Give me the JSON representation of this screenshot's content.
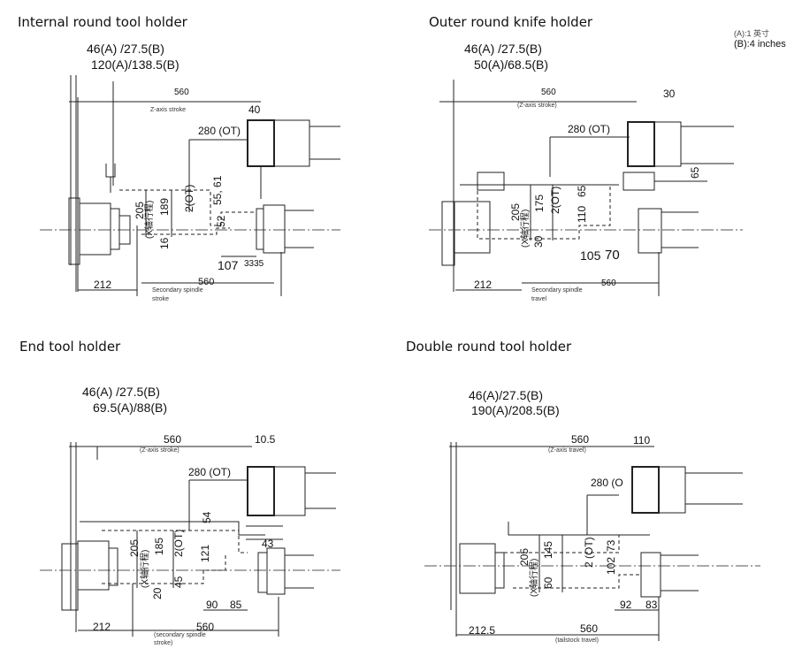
{
  "legend": {
    "line_a": "(A):1 英寸",
    "line_b": "(B):4 inches"
  },
  "panels": [
    {
      "title": "Internal round tool holder",
      "dims": {
        "top1": "46(A) /27.5(B)",
        "top2": "120(A)/138.5(B)",
        "z": "560",
        "z_note": "Z-axis stroke",
        "w": "40",
        "ot": "280 (OT)",
        "v205": "205",
        "vstroke": "(X轴行程)",
        "v189": "189",
        "v16": "16",
        "v2ot": "2(OT)",
        "v5561": "55, 61",
        "v52": "52",
        "h107": "107",
        "h3335": "3335",
        "h560b": "560",
        "b212": "212",
        "sec": "Secondary spindle",
        "sec2": "stroke"
      }
    },
    {
      "title": "Outer round knife holder",
      "dims": {
        "top1": "46(A) /27.5(B)",
        "top2": "50(A)/68.5(B)",
        "z": "560",
        "z_note": "(Z-axis stroke)",
        "w": "30",
        "ot": "280 (OT)",
        "v65r": "65",
        "v205": "205",
        "vstroke": "(X轴行程)",
        "v175": "175",
        "v2ot": "2(OT)",
        "v65": "65",
        "v110": "110",
        "v30": "30",
        "h105": "105",
        "h70": "70",
        "b212": "212",
        "sec": "Secondary spindle",
        "sec2": "travel",
        "b560": "560"
      }
    },
    {
      "title": "End tool holder",
      "dims": {
        "top1": "46(A) /27.5(B)",
        "top2": "69.5(A)/88(B)",
        "z": "560",
        "z_note": "(Z-axis stroke)",
        "w": "10.5",
        "ot": "280 (OT)",
        "v54": "54",
        "v205": "205",
        "vstroke": "(X轴行程)",
        "v185": "185",
        "v2ot": "2(OT)",
        "v121": "121",
        "v20": "20",
        "v45": "45",
        "v43": "43",
        "h90": "90",
        "h85": "85",
        "b212": "212",
        "sec": "(secondary spindle",
        "sec2": "stroke)",
        "b560": "560"
      }
    },
    {
      "title": "Double round tool holder",
      "dims": {
        "top1": "46(A)/27.5(B)",
        "top2": "190(A)/208.5(B)",
        "z": "560",
        "z_note": "(Z-axis travel)",
        "w": "110",
        "ot": "280 (O",
        "v205": "205",
        "vstroke": "(X轴行程)",
        "v145": "145",
        "v60": "60",
        "v2ot": "2 (OT)",
        "v73": "73",
        "v102": "102",
        "h92": "92",
        "h83": "83",
        "b212": "212.5",
        "sec": "(tailstock travel)",
        "b560": "560"
      }
    }
  ]
}
